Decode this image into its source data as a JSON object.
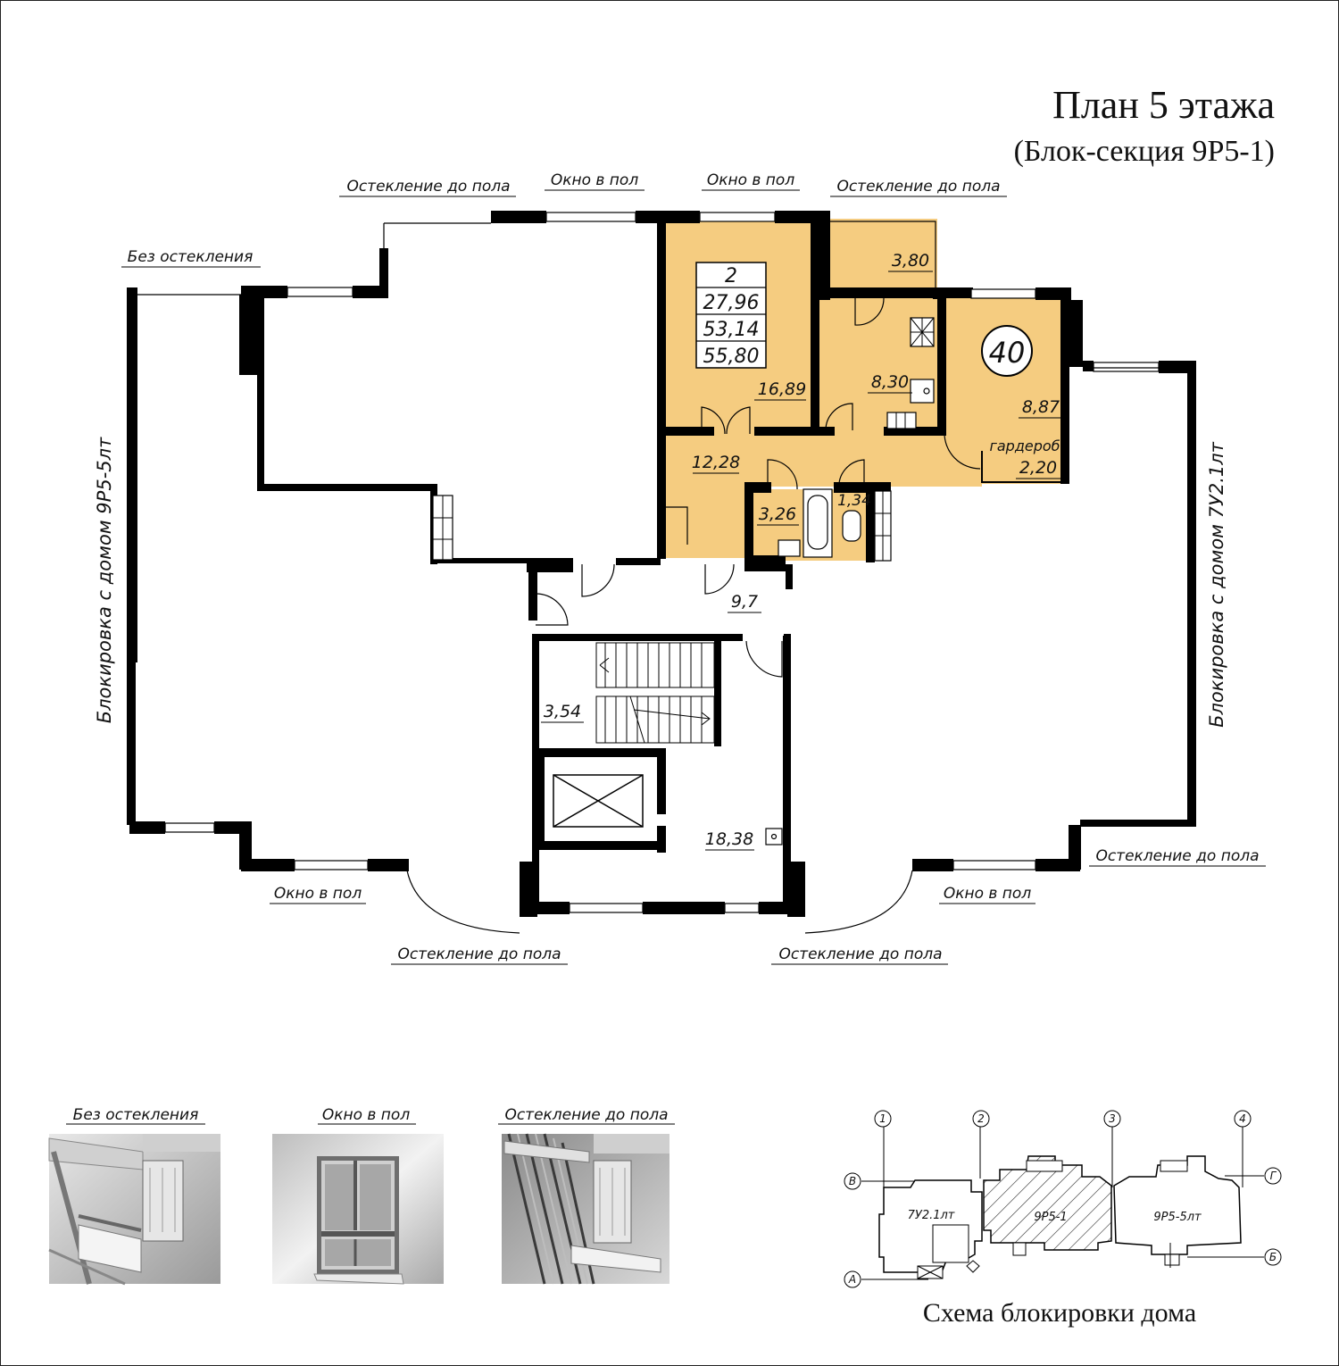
{
  "title": "План 5 этажа",
  "subtitle": "(Блок-секция 9Р5-1)",
  "colors": {
    "apartment_fill": "#f5cc80",
    "wall": "#000000"
  },
  "apartment": {
    "rooms_count": "2",
    "living_area": "27,96",
    "area": "53,14",
    "total_area": "55,80",
    "number": "40"
  },
  "room_areas": {
    "bedroom": "16,89",
    "balcony": "3,80",
    "kitchen": "8,30",
    "room2": "8,87",
    "wardrobe_label": "гардероб",
    "wardrobe": "2,20",
    "hall": "12,28",
    "bath": "3,26",
    "wc": "1,34",
    "corridor": "9,7",
    "stairs": "3,54",
    "lobby": "18,38"
  },
  "annotations": {
    "top_glazing_left": "Остекление до пола",
    "top_window_left": "Окно в пол",
    "top_window_right": "Окно в пол",
    "top_glazing_right": "Остекление до пола",
    "no_glazing": "Без остекления",
    "left_side": "Блокировка с домом  9Р5-5лт",
    "right_side": "Блокировка с домом  7У2.1лт",
    "bottom_window_left": "Окно в пол",
    "bottom_glazing_left": "Остекление до пола",
    "bottom_glazing_mid": "Остекление до пола",
    "bottom_window_right": "Окно в пол",
    "right_glazing": "Остекление до пола"
  },
  "legend": {
    "items": [
      {
        "caption": "Без остекления"
      },
      {
        "caption": "Окно в пол"
      },
      {
        "caption": "Остекление до пола"
      }
    ]
  },
  "scheme": {
    "title": "Схема блокировки дома",
    "axes": [
      "1",
      "2",
      "3",
      "4",
      "В",
      "Г",
      "А",
      "Б"
    ],
    "blocks": [
      "7У2.1лт",
      "9Р5-1",
      "9Р5-5лт"
    ]
  }
}
